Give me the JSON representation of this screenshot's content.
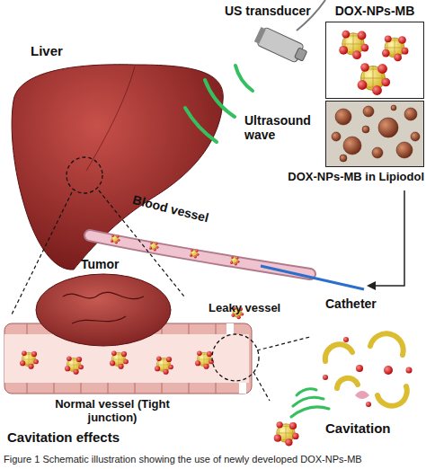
{
  "diagram": {
    "caption": "Figure 1 Schematic illustration showing the use of newly developed DOX-NPs-MB",
    "nodes": [
      {
        "text": [
          "DOX-NPs-MB"
        ]
      },
      {
        "text": [
          "DOX-NPs-MB in Lipiodol"
        ]
      }
    ],
    "labels": [
      "US transducer",
      "Liver",
      "Ultrasound wave",
      "Blood vessel",
      "Catheter",
      "Tumor",
      "Leaky vessel",
      "Normal vessel (Tight junction)",
      "Cavitation effects",
      "Cavitation"
    ]
  }
}
